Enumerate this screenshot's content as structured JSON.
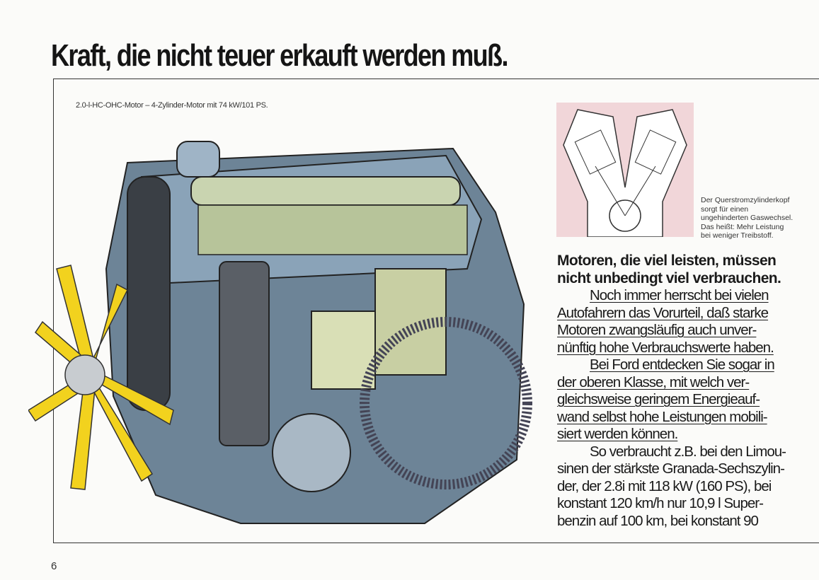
{
  "title": "Kraft, die nicht teuer erkauft werden muß.",
  "image_caption": "2.0-l-HC-OHC-Motor – 4-Zylinder-Motor mit 74 kW/101 PS.",
  "inset_caption": [
    "Der Querstromzylinderkopf",
    "sorgt für einen",
    "ungehinderten Gaswechsel.",
    "Das heißt: Mehr Leistung",
    "bei weniger Treibstoff."
  ],
  "heading": [
    "Motoren, die viel leisten, müssen",
    "nicht unbedingt viel verbrauchen."
  ],
  "body_lines": [
    "Noch immer herrscht bei vielen",
    "Autofahrern das Vorurteil, daß starke",
    "Motoren zwangsläufig auch unver-",
    "nünftig hohe Verbrauchswerte haben.",
    "Bei Ford entdecken Sie sogar in",
    "der oberen Klasse, mit welch ver-",
    "gleichsweise geringem Energieauf-",
    "wand selbst hohe Leistungen mobili-",
    "siert werden können.",
    "So verbraucht z.B. bei den Limou-",
    "sinen der stärkste Granada-Sechszylin-",
    "der, der 2.8i mit 118 kW (160 PS), bei",
    "konstant 120 km/h nur 10,9 l Super-",
    "benzin auf 100 km, bei konstant 90"
  ],
  "page_number": "6",
  "colors": {
    "fan": "#f2d21e",
    "engine_metal": "#7f98ad",
    "inset_bg": "#f1d6d9"
  }
}
